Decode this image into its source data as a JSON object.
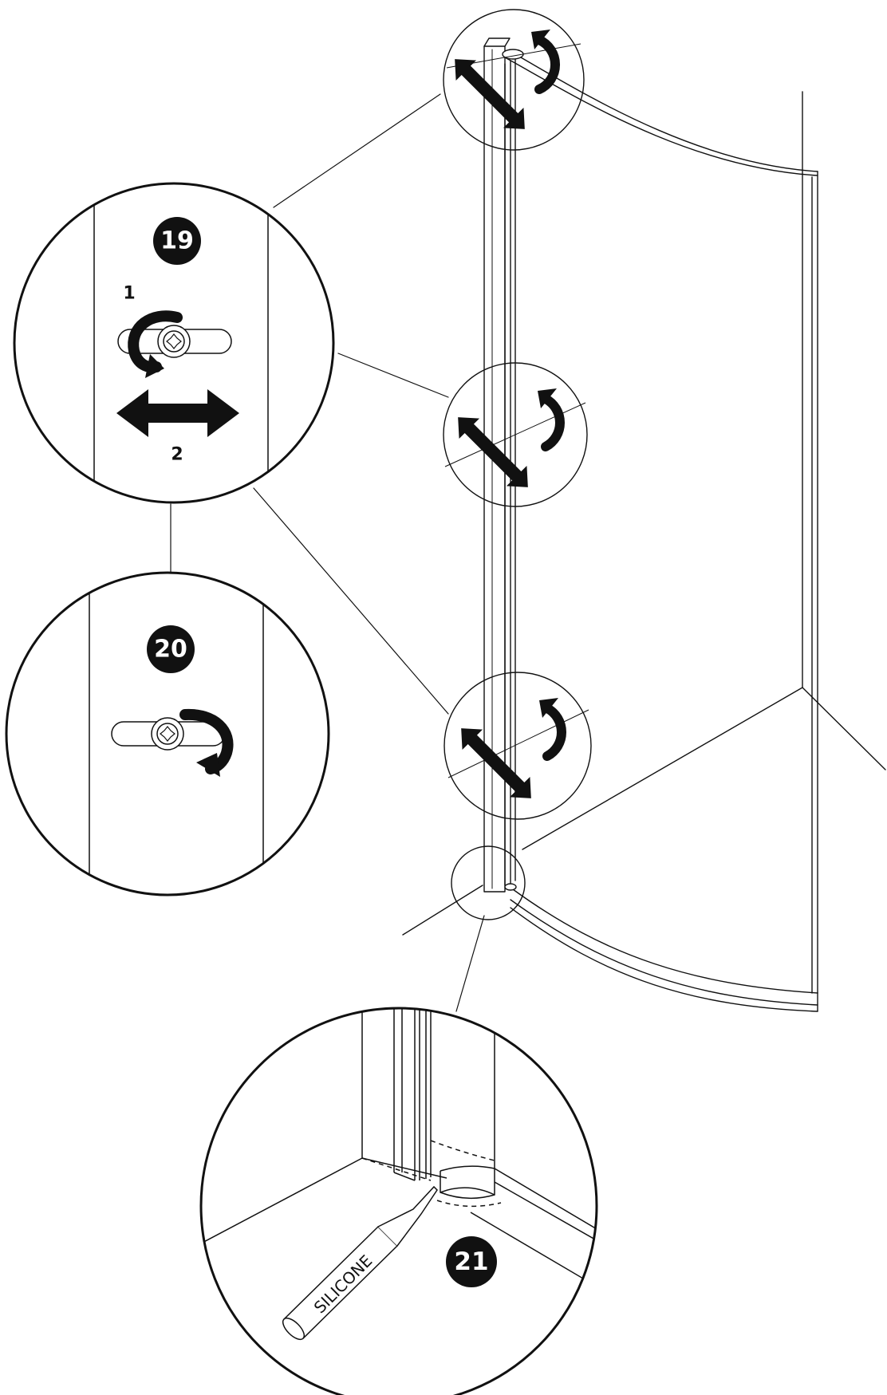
{
  "steps": [
    {
      "number": "19",
      "sub_labels": [
        "1",
        "2"
      ]
    },
    {
      "number": "20"
    },
    {
      "number": "21",
      "tube_label": "SILICONE"
    }
  ],
  "colors": {
    "ink": "#111111",
    "paper": "#ffffff"
  }
}
